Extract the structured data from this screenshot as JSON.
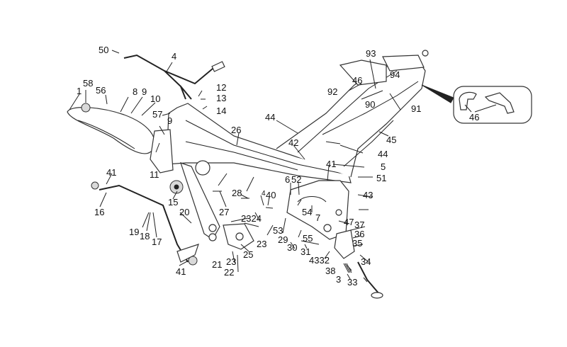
{
  "diagram": {
    "title": "",
    "callouts": [
      {
        "id": "c50",
        "text": "50"
      },
      {
        "id": "c4",
        "text": "4"
      },
      {
        "id": "c58",
        "text": "58"
      },
      {
        "id": "c1",
        "text": "1"
      },
      {
        "id": "c56",
        "text": "56"
      },
      {
        "id": "c8",
        "text": "8"
      },
      {
        "id": "c9a",
        "text": "9"
      },
      {
        "id": "c10",
        "text": "10"
      },
      {
        "id": "c12",
        "text": "12"
      },
      {
        "id": "c13",
        "text": "13"
      },
      {
        "id": "c14",
        "text": "14"
      },
      {
        "id": "c57",
        "text": "57"
      },
      {
        "id": "c9b",
        "text": "9"
      },
      {
        "id": "c11",
        "text": "11"
      },
      {
        "id": "c26",
        "text": "26"
      },
      {
        "id": "c44a",
        "text": "44"
      },
      {
        "id": "c42",
        "text": "42"
      },
      {
        "id": "c93",
        "text": "93"
      },
      {
        "id": "c46a",
        "text": "46"
      },
      {
        "id": "c94",
        "text": "94"
      },
      {
        "id": "c92",
        "text": "92"
      },
      {
        "id": "c90",
        "text": "90"
      },
      {
        "id": "c91",
        "text": "91"
      },
      {
        "id": "c45",
        "text": "45"
      },
      {
        "id": "c44b",
        "text": "44"
      },
      {
        "id": "c5",
        "text": "5"
      },
      {
        "id": "c41a",
        "text": "41"
      },
      {
        "id": "c51",
        "text": "51"
      },
      {
        "id": "c46b",
        "text": "46"
      },
      {
        "id": "c41b",
        "text": "41"
      },
      {
        "id": "c16",
        "text": "16"
      },
      {
        "id": "c15",
        "text": "15"
      },
      {
        "id": "c20",
        "text": "20"
      },
      {
        "id": "c27",
        "text": "27"
      },
      {
        "id": "c28",
        "text": "28"
      },
      {
        "id": "c40",
        "text": "40"
      },
      {
        "id": "c4b",
        "text": "4"
      },
      {
        "id": "c6",
        "text": "6"
      },
      {
        "id": "c52",
        "text": "52"
      },
      {
        "id": "c43a",
        "text": "43"
      },
      {
        "id": "c19",
        "text": "19"
      },
      {
        "id": "c18",
        "text": "18"
      },
      {
        "id": "c17",
        "text": "17"
      },
      {
        "id": "c2324",
        "text": "2324"
      },
      {
        "id": "c23a",
        "text": "23"
      },
      {
        "id": "c25",
        "text": "25"
      },
      {
        "id": "c54",
        "text": "54"
      },
      {
        "id": "c7",
        "text": "7"
      },
      {
        "id": "c53",
        "text": "53"
      },
      {
        "id": "c29",
        "text": "29"
      },
      {
        "id": "c55",
        "text": "55"
      },
      {
        "id": "c30",
        "text": "30"
      },
      {
        "id": "c31",
        "text": "31"
      },
      {
        "id": "c47",
        "text": "47"
      },
      {
        "id": "c37",
        "text": "37"
      },
      {
        "id": "c36",
        "text": "36"
      },
      {
        "id": "c35",
        "text": "35"
      },
      {
        "id": "c4332",
        "text": "4332"
      },
      {
        "id": "c34",
        "text": "34"
      },
      {
        "id": "c38",
        "text": "38"
      },
      {
        "id": "c3",
        "text": "3"
      },
      {
        "id": "c33",
        "text": "33"
      },
      {
        "id": "c21",
        "text": "21"
      },
      {
        "id": "c23b",
        "text": "23"
      },
      {
        "id": "c22",
        "text": "22"
      },
      {
        "id": "c41c",
        "text": "41"
      }
    ]
  }
}
